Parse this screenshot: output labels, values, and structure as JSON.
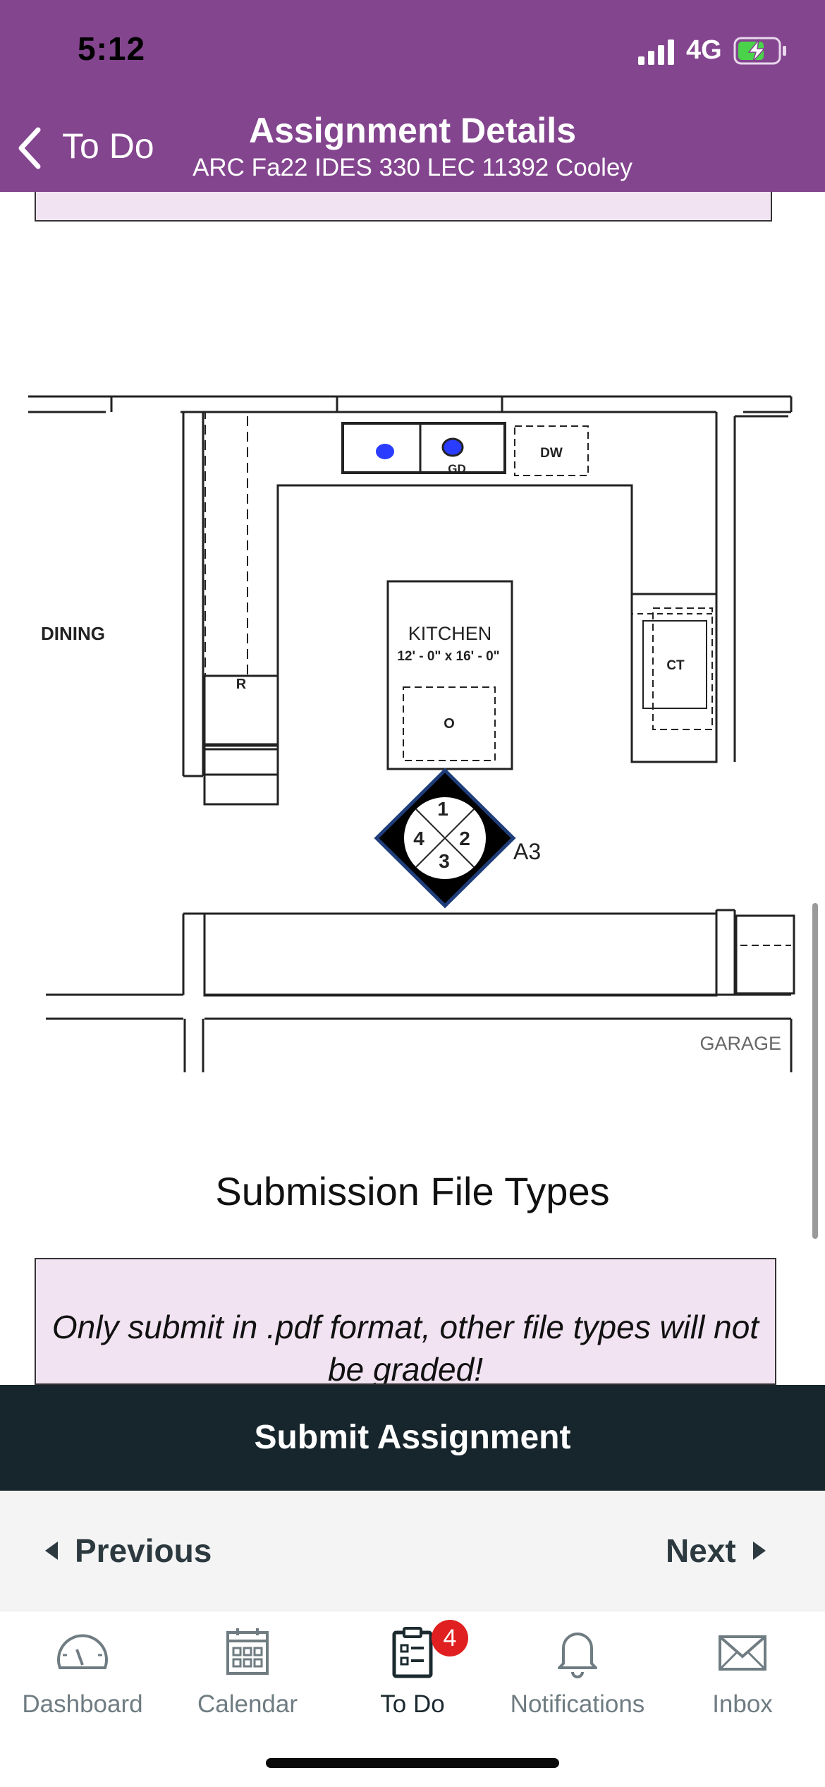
{
  "status_bar": {
    "time": "5:12",
    "network": "4G"
  },
  "header": {
    "back_label": "To Do",
    "title": "Assignment Details",
    "subtitle": "ARC Fa22 IDES 330 LEC 11392 Cooley"
  },
  "floor_plan": {
    "labels": {
      "dining": "DINING",
      "kitchen": "KITCHEN",
      "kitchen_dims": "12' - 0\" x 16' - 0\"",
      "refrigerator": "R",
      "oven": "O",
      "dishwasher": "DW",
      "garbage_disposal": "GD",
      "cooktop": "CT",
      "garage": "GARAGE",
      "marker": "A3",
      "marker_n1": "1",
      "marker_n2": "2",
      "marker_n3": "3",
      "marker_n4": "4"
    },
    "colors": {
      "line": "#222222",
      "sink_blue": "#2a3cff",
      "marker_blue": "#1f3d7a"
    }
  },
  "content": {
    "section_heading": "Submission File Types",
    "notice": "Only submit in .pdf format, other file types will not be graded!"
  },
  "submit_button": {
    "label": "Submit Assignment"
  },
  "pager": {
    "previous": "Previous",
    "next": "Next"
  },
  "tabbar": {
    "tabs": [
      {
        "label": "Dashboard",
        "icon": "dashboard-icon"
      },
      {
        "label": "Calendar",
        "icon": "calendar-icon"
      },
      {
        "label": "To Do",
        "icon": "todo-icon",
        "badge": "4"
      },
      {
        "label": "Notifications",
        "icon": "bell-icon"
      },
      {
        "label": "Inbox",
        "icon": "inbox-icon"
      }
    ],
    "active": "To Do"
  },
  "colors": {
    "header": "#84458f",
    "submit": "#17262c",
    "callout": "#f1e3f1",
    "badge": "#e02020"
  }
}
